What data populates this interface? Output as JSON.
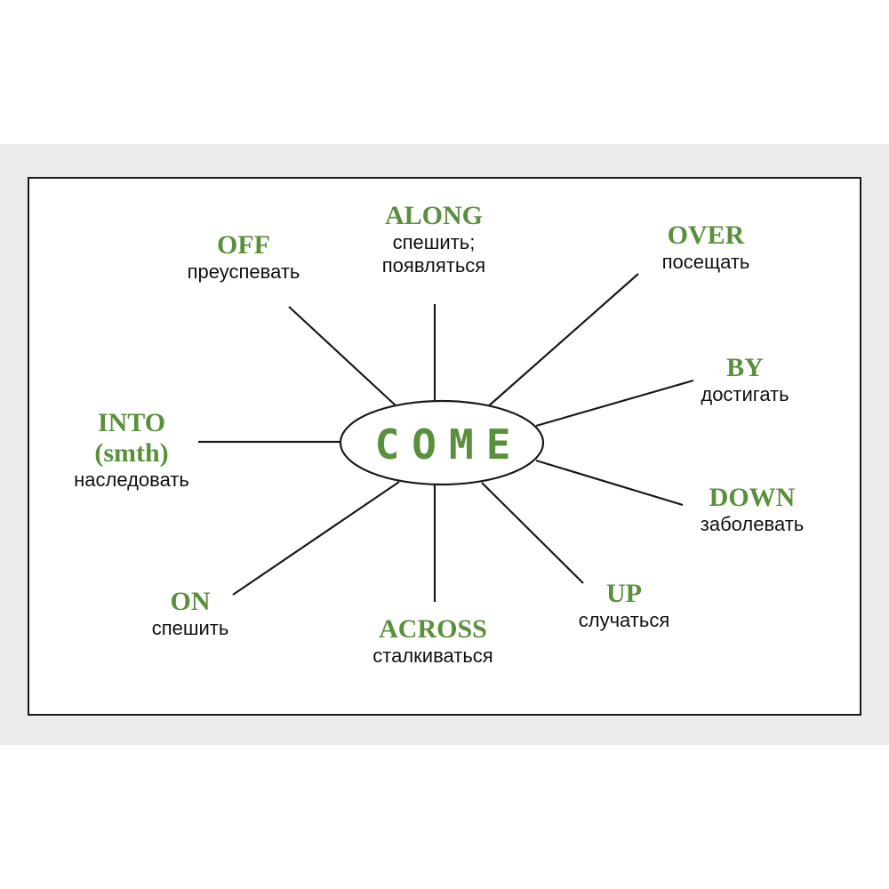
{
  "center": {
    "word": "COME"
  },
  "nodes": {
    "along": {
      "en": "ALONG",
      "ru1": "спешить;",
      "ru2": "появляться"
    },
    "off": {
      "en": "OFF",
      "ru": "преуспевать"
    },
    "over": {
      "en": "OVER",
      "ru": "посещать"
    },
    "by": {
      "en": "BY",
      "ru": "достигать"
    },
    "into": {
      "en1": "INTO",
      "en2": "(smth)",
      "ru": "наследовать"
    },
    "down": {
      "en": "DOWN",
      "ru": "заболевать"
    },
    "on": {
      "en": "ON",
      "ru": "спешить"
    },
    "across": {
      "en": "ACROSS",
      "ru": "сталкиваться"
    },
    "up": {
      "en": "UP",
      "ru": "случаться"
    }
  },
  "colors": {
    "accent": "#5a8f3c",
    "text": "#111111",
    "band": "#ebebeb",
    "line": "#1a1a1a"
  }
}
